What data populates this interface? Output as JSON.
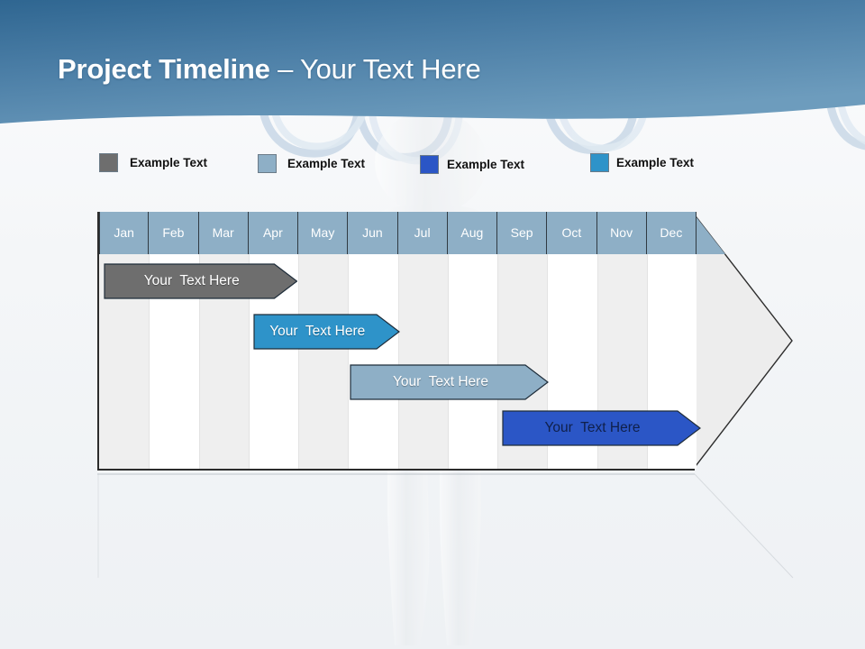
{
  "slide": {
    "title_strong": "Project Timeline",
    "title_light": " – Your Text Here",
    "banner_color": "#4b7ea6",
    "background_color": "#f4f6f8"
  },
  "legend": {
    "items": [
      {
        "label": "Example Text",
        "color": "#6e6e6e",
        "swatch_name": "legend-swatch-gray"
      },
      {
        "label": "Example Text",
        "color": "#8eafc6",
        "swatch_name": "legend-swatch-steel-blue"
      },
      {
        "label": "Example Text",
        "color": "#2b56c6",
        "swatch_name": "legend-swatch-royal-blue"
      },
      {
        "label": "Example Text",
        "color": "#2e93c9",
        "swatch_name": "legend-swatch-cyan-blue"
      }
    ]
  },
  "chart_data": {
    "type": "bar",
    "title": "Project Timeline",
    "xlabel": "",
    "ylabel": "",
    "categories": [
      "Jan",
      "Feb",
      "Mar",
      "Apr",
      "May",
      "Jun",
      "Jul",
      "Aug",
      "Sep",
      "Oct",
      "Nov",
      "Dec"
    ],
    "header_background": "#8eafc6",
    "header_text_color": "#ffffff",
    "column_shading": [
      "shade",
      "plain",
      "shade",
      "plain",
      "shade",
      "plain",
      "shade",
      "plain",
      "shade",
      "plain",
      "shade",
      "plain"
    ],
    "grid": true,
    "legend_position": "top",
    "series": [
      {
        "name": "Example Text",
        "label": "Your  Text Here",
        "color": "#6e6e6e",
        "text_color": "#ffffff",
        "start_month": "Jan",
        "end_month": "Apr",
        "start_index": 0,
        "end_index": 3.9,
        "row": 0
      },
      {
        "name": "Example Text",
        "label": "Your  Text Here",
        "color": "#2e93c9",
        "text_color": "#ffffff",
        "start_month": "Apr",
        "end_month": "Jul",
        "start_index": 3.0,
        "end_index": 5.95,
        "row": 1
      },
      {
        "name": "Example Text",
        "label": "Your  Text Here",
        "color": "#8eafc6",
        "text_color": "#ffffff",
        "start_month": "Jun",
        "end_month": "Sep",
        "start_index": 4.95,
        "end_index": 8.95,
        "row": 2
      },
      {
        "name": "Example Text",
        "label": "Your  Text Here",
        "color": "#2b56c6",
        "text_color": "#10204a",
        "start_month": "Sep",
        "end_month": "Dec",
        "start_index": 8.0,
        "end_index": 12.0,
        "row": 3
      }
    ],
    "arrow_tip": true
  }
}
